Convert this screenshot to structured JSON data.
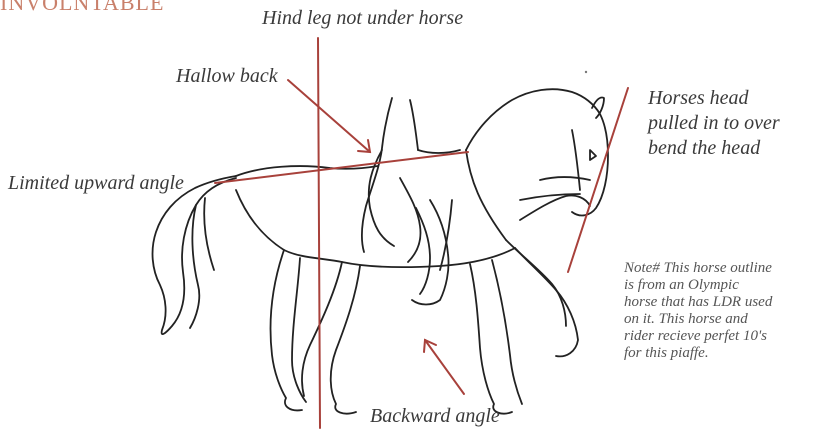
{
  "heading": "INVOLNTABLE",
  "labels": {
    "hind_leg": "Hind leg not under horse",
    "hallow_back": "Hallow back",
    "limited_angle": "Limited upward angle",
    "backward_angle": "Backward angle",
    "head_lines": [
      "Horses head",
      "pulled in to over",
      "bend the head"
    ]
  },
  "note_lines": [
    "Note# This horse outline",
    "is from an Olympic",
    "horse that has LDR used",
    "on it. This horse and",
    "rider recieve perfet 10's",
    "for this piaffe."
  ],
  "colors": {
    "line": "#a8413b",
    "heading": "#c9806b",
    "outline": "#222222"
  }
}
